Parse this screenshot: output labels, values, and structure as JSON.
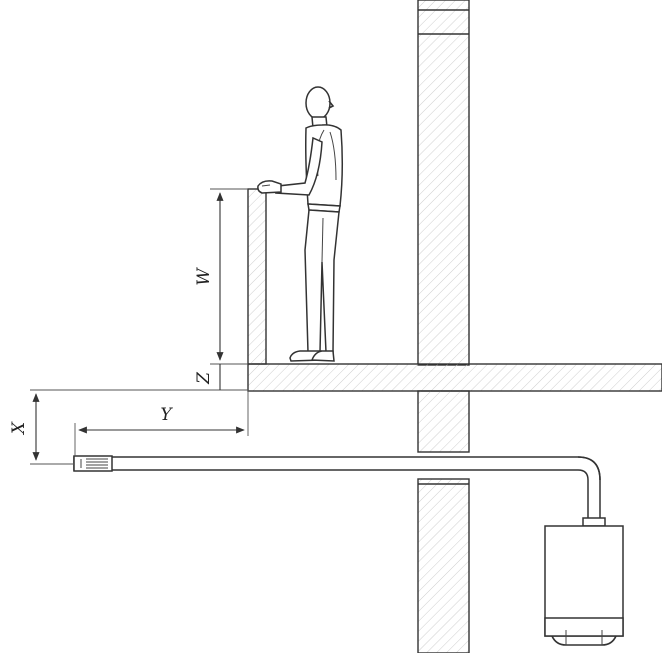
{
  "labels": {
    "w": "W",
    "z": "Z",
    "x": "X",
    "y": "Y"
  },
  "colors": {
    "line": "#333333",
    "background": "#ffffff"
  }
}
